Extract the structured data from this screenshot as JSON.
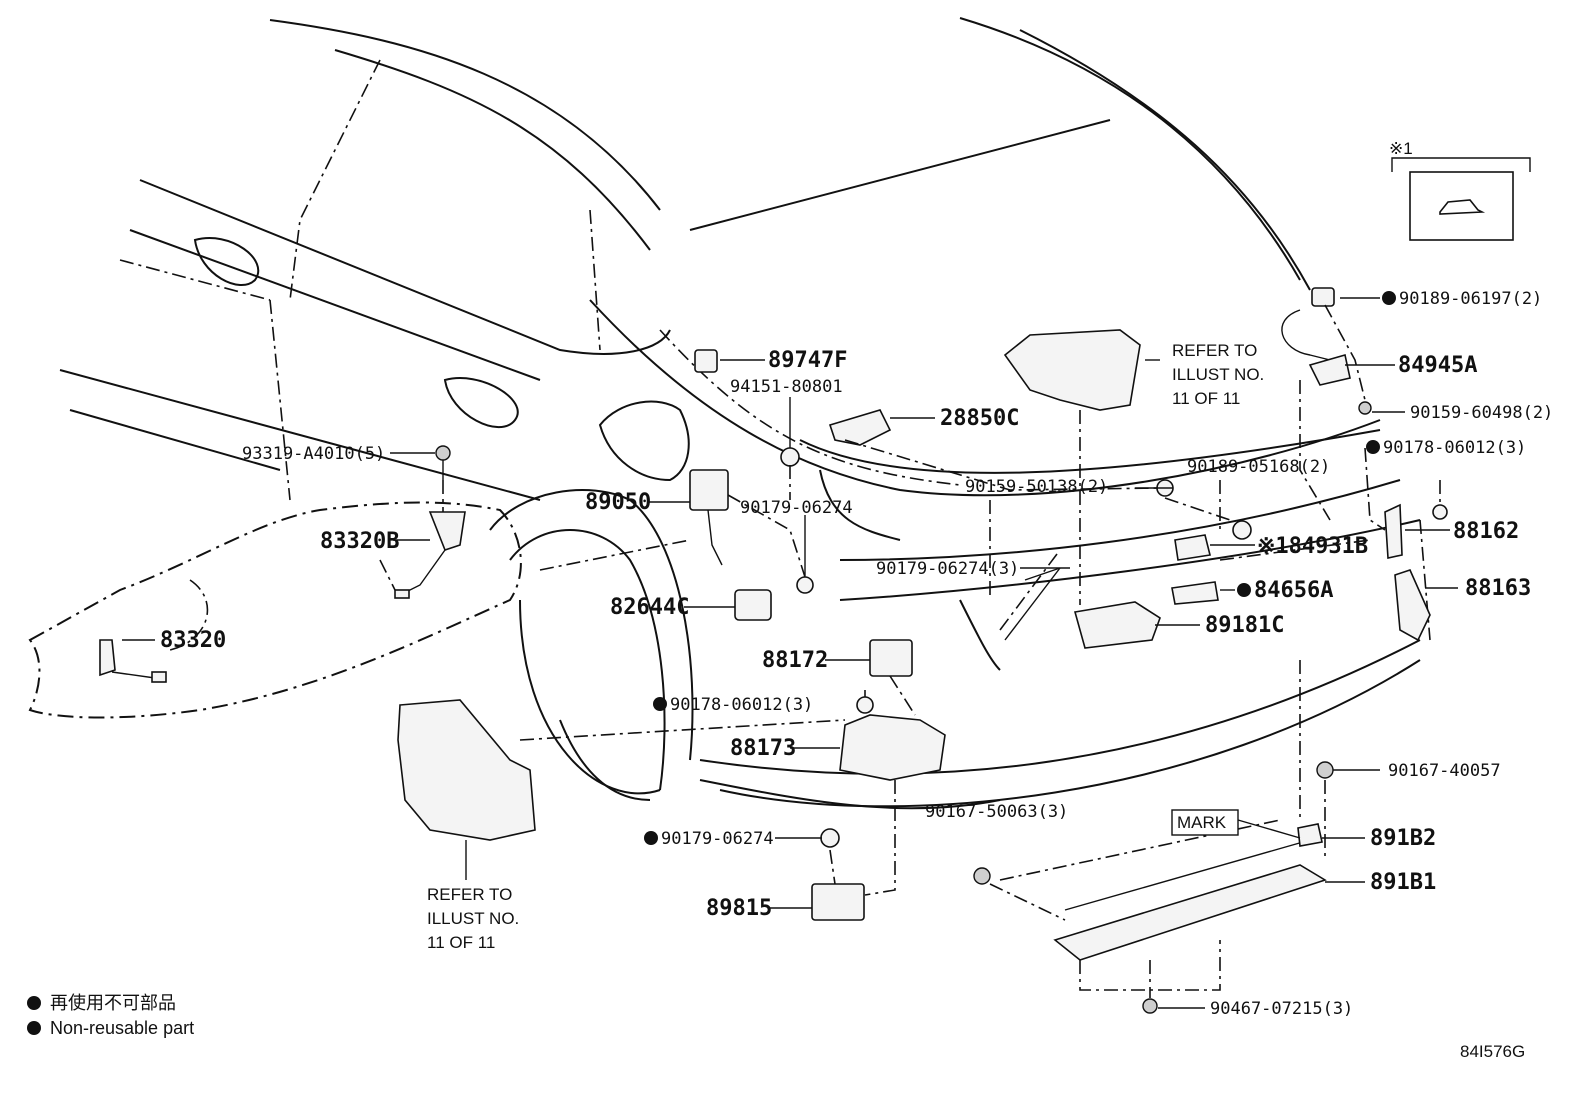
{
  "diagram_code": "84I576G",
  "note_symbol": "※1",
  "legend": {
    "jp": "再使用不可部品",
    "en": "Non-reusable part"
  },
  "refer_notes": [
    {
      "lines": [
        "REFER TO",
        "ILLUST NO.",
        "11 OF 11"
      ]
    },
    {
      "lines": [
        "REFER TO",
        "ILLUST NO.",
        "11 OF 11"
      ]
    }
  ],
  "mark_label": "MARK",
  "parts": [
    {
      "no": "89747F",
      "non_reusable": false
    },
    {
      "no": "94151-80801",
      "non_reusable": false
    },
    {
      "no": "28850C",
      "non_reusable": false
    },
    {
      "no": "93319-A4010(5)",
      "non_reusable": false
    },
    {
      "no": "89050",
      "non_reusable": false
    },
    {
      "no": "90179-06274",
      "non_reusable": false
    },
    {
      "no": "83320B",
      "non_reusable": false
    },
    {
      "no": "90179-06274(3)",
      "non_reusable": false
    },
    {
      "no": "82644C",
      "non_reusable": false
    },
    {
      "no": "83320",
      "non_reusable": false
    },
    {
      "no": "88172",
      "non_reusable": false
    },
    {
      "no": "90178-06012(3)",
      "non_reusable": true
    },
    {
      "no": "88173",
      "non_reusable": false
    },
    {
      "no": "90179-06274",
      "non_reusable": true
    },
    {
      "no": "89815",
      "non_reusable": false
    },
    {
      "no": "90167-50063(3)",
      "non_reusable": false
    },
    {
      "no": "90189-06197(2)",
      "non_reusable": true
    },
    {
      "no": "84945A",
      "non_reusable": false
    },
    {
      "no": "90159-60498(2)",
      "non_reusable": false
    },
    {
      "no": "90178-06012(3)",
      "non_reusable": true
    },
    {
      "no": "90159-50138(2)",
      "non_reusable": false
    },
    {
      "no": "90189-05168(2)",
      "non_reusable": false
    },
    {
      "no": "88162",
      "non_reusable": false
    },
    {
      "no": "※184931B",
      "non_reusable": false
    },
    {
      "no": "84656A",
      "non_reusable": true
    },
    {
      "no": "88163",
      "non_reusable": false
    },
    {
      "no": "89181C",
      "non_reusable": false
    },
    {
      "no": "90167-40057",
      "non_reusable": false
    },
    {
      "no": "891B2",
      "non_reusable": false
    },
    {
      "no": "891B1",
      "non_reusable": false
    },
    {
      "no": "90467-07215(3)",
      "non_reusable": false
    }
  ]
}
